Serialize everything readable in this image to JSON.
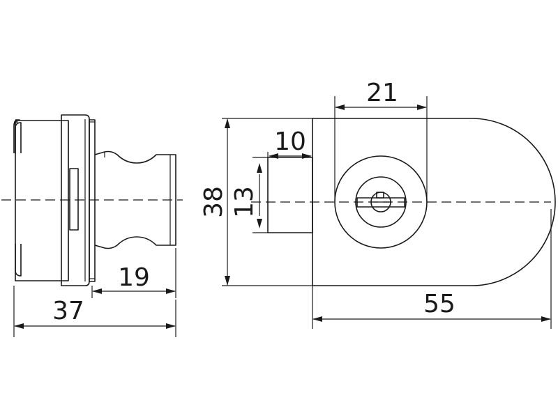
{
  "diagram": {
    "dimensions": {
      "side_total_width": "37",
      "side_knob_width": "19",
      "front_height": "38",
      "front_bolt_height": "13",
      "front_bolt_width": "10",
      "front_cylinder_width": "21",
      "front_total_width": "55"
    },
    "colors": {
      "line": "#1a1a1a",
      "background": "#ffffff"
    }
  }
}
